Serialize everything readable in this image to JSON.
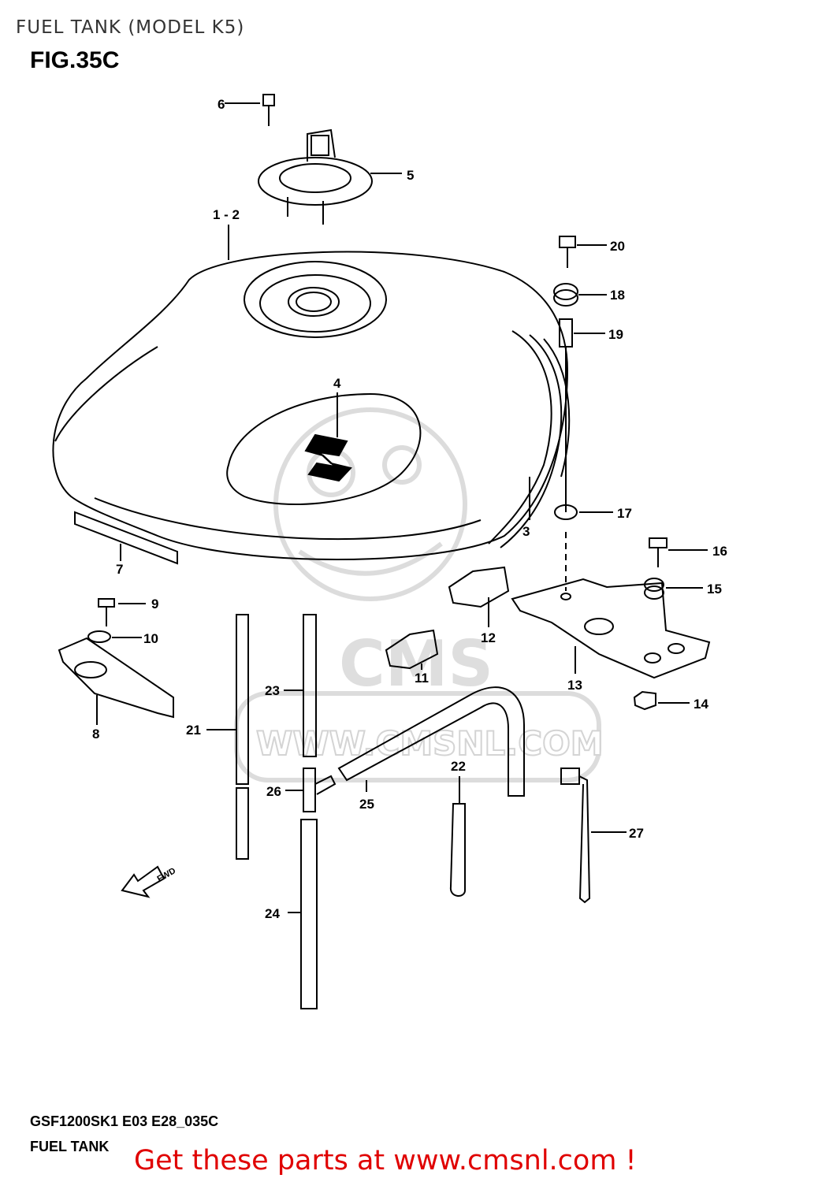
{
  "header": {
    "title": "FUEL TANK (MODEL K5)",
    "figure": "FIG.35C"
  },
  "footer": {
    "code": "GSF1200SK1 E03 E28_035C",
    "name": "FUEL TANK",
    "cta": "Get these parts at www.cmsnl.com !"
  },
  "watermark": {
    "text": "CMS",
    "url": "WWW.CMSNL.COM"
  },
  "direction_arrow": "FWD",
  "callouts": {
    "c1_2": "1 - 2",
    "c3": "3",
    "c4": "4",
    "c5": "5",
    "c6": "6",
    "c7": "7",
    "c8": "8",
    "c9": "9",
    "c10": "10",
    "c11": "11",
    "c12": "12",
    "c13": "13",
    "c14": "14",
    "c15": "15",
    "c16": "16",
    "c17": "17",
    "c18": "18",
    "c19": "19",
    "c20": "20",
    "c21": "21",
    "c22": "22",
    "c23": "23",
    "c24": "24",
    "c25": "25",
    "c26": "26",
    "c27": "27"
  },
  "colors": {
    "line": "#000000",
    "watermark": "#d8d8d8",
    "cta": "#e00000"
  }
}
